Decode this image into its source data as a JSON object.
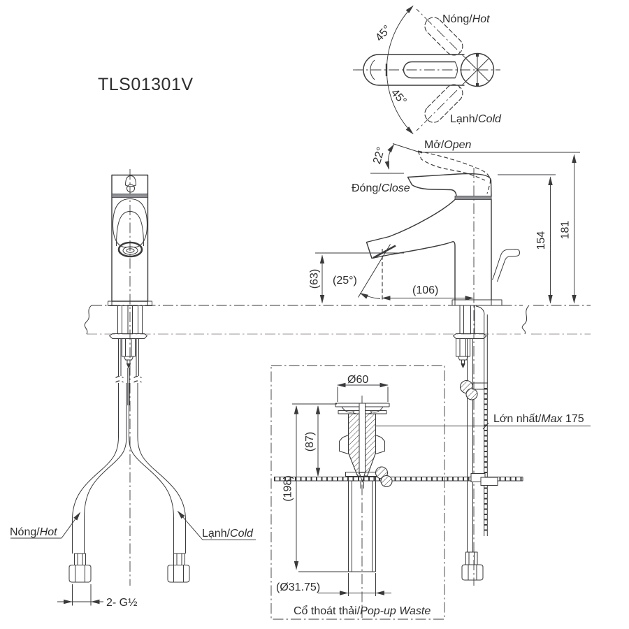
{
  "drawing": {
    "model": "TLS01301V",
    "top_view": {
      "hot": {
        "vi": "Nóng/",
        "en": "Hot"
      },
      "cold": {
        "vi": "Lạnh/",
        "en": "Cold"
      },
      "angle_hot": "45°",
      "angle_cold": "45°"
    },
    "side_view": {
      "open": {
        "vi": "Mở/",
        "en": "Open"
      },
      "close": {
        "vi": "Đóng/",
        "en": "Close"
      },
      "open_angle": "22°",
      "stream_angle": "(25°)",
      "spout_height": "(63)",
      "spout_reach": "(106)",
      "height_to_handle": "154",
      "height_overall": "181",
      "rod_max": {
        "vi": "Lớn nhất/",
        "en": "Max",
        "value": " 175"
      }
    },
    "supply": {
      "hot": {
        "vi": "Nóng/",
        "en": "Hot"
      },
      "cold": {
        "vi": "Lạnh/",
        "en": "Cold"
      },
      "thread": "2- G½"
    },
    "popup_waste": {
      "caption": {
        "vi": "Cổ thoát thải/",
        "en": "Pop-up Waste"
      },
      "flange_dia": "Ø60",
      "body_len": "(87)",
      "total_len": "(198)",
      "pipe_dia": "(Ø31.75)"
    }
  }
}
